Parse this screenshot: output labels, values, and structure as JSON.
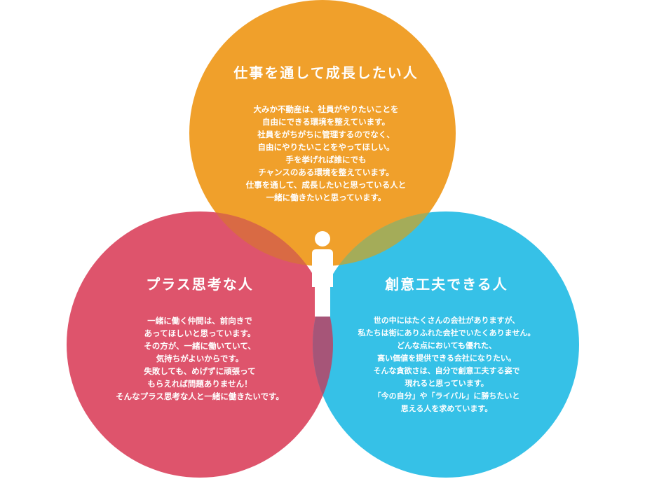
{
  "colors": {
    "orange": "#F0A02B",
    "pink": "#DE546C",
    "blue": "#36C1E7",
    "person": "#FFFFFF"
  },
  "icons": {
    "center": "person-icon"
  },
  "circles": {
    "top": {
      "title": "仕事を通して成長したい人",
      "lines": [
        "大みか不動産は、社員がやりたいことを",
        "自由にできる環境を整えています。",
        "社員をがちがちに管理するのでなく、",
        "自由にやりたいことをやってほしい。",
        "手を挙げれば誰にでも",
        "チャンスのある環境を整えています。",
        "仕事を通して、成長したいと思っている人と",
        "一緒に働きたいと思っています。"
      ]
    },
    "left": {
      "title": "プラス思考な人",
      "lines": [
        "一緒に働く仲間は、前向きで",
        "あってほしいと思っています。",
        "その方が、一緒に働いていて、",
        "気持ちがよいからです。",
        "失敗しても、めげずに頑張って",
        "もらえれば問題ありません！",
        "そんなプラス思考な人と一緒に働きたいです。"
      ]
    },
    "right": {
      "title": "創意工夫できる人",
      "lines": [
        "世の中にはたくさんの会社がありますが、",
        "私たちは街にありふれた会社でいたくありません。",
        "どんな点においても優れた、",
        "高い価値を提供できる会社になりたい。",
        "そんな貪欲さは、自分で創意工夫する姿で",
        "現れると思っています。",
        "「今の自分」や「ライバル」に勝ちたいと",
        "思える人を求めています。"
      ]
    }
  }
}
